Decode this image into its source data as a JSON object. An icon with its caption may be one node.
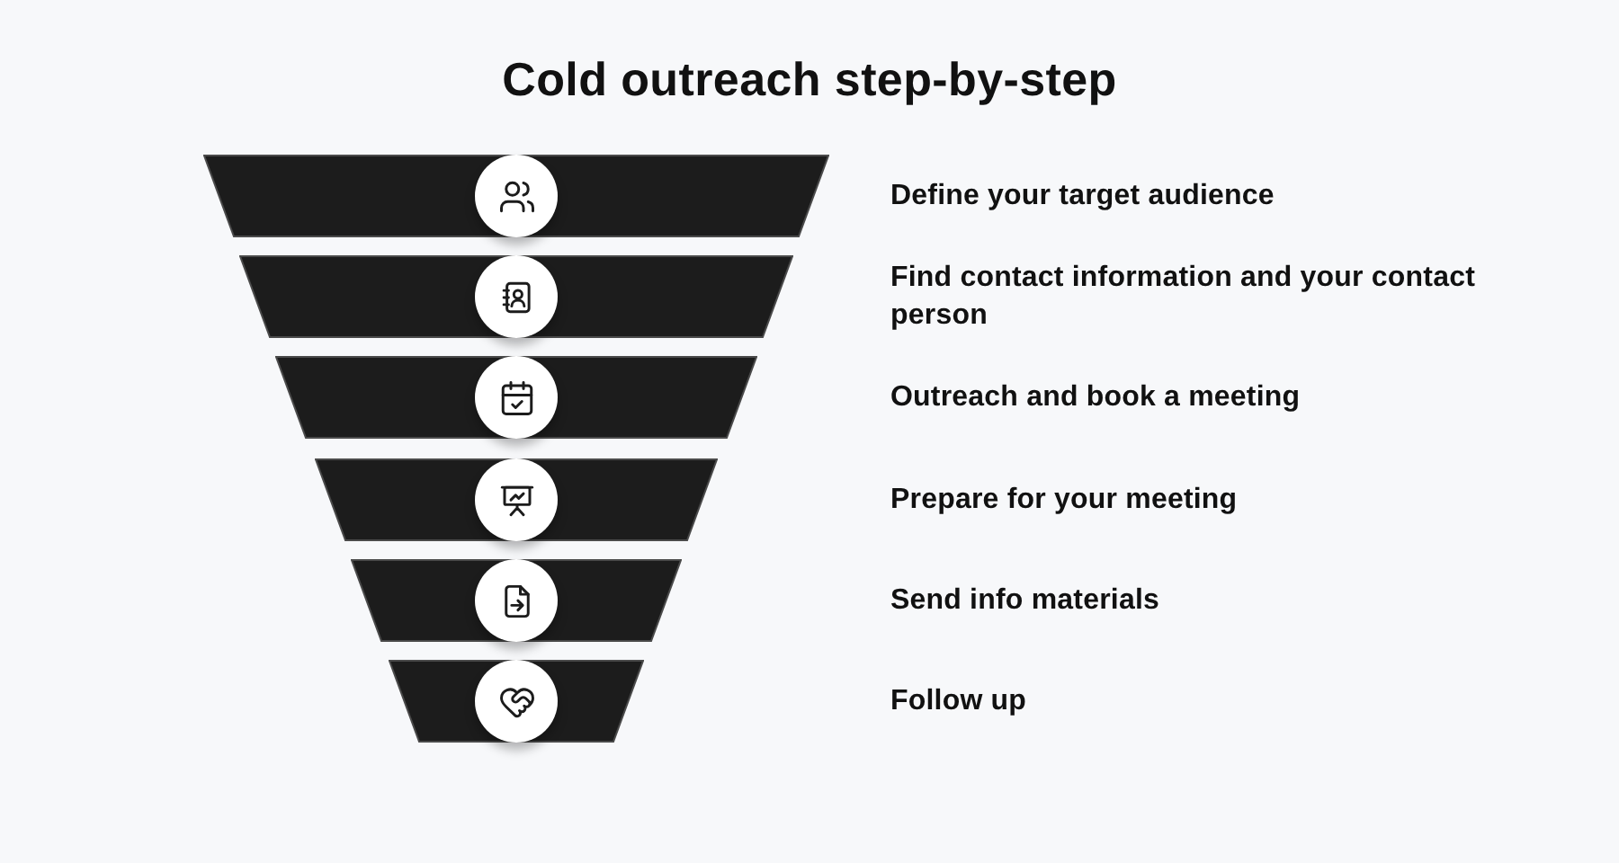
{
  "diagram": {
    "title": "Cold outreach step-by-step",
    "nodes": [
      {
        "text": [],
        "shape": "trapezoid"
      },
      {
        "text": [],
        "shape": "trapezoid"
      },
      {
        "text": [],
        "shape": "trapezoid"
      },
      {
        "text": [],
        "shape": "trapezoid"
      },
      {
        "text": [],
        "shape": "trapezoid"
      },
      {
        "text": [],
        "shape": "trapezoid"
      }
    ],
    "labels": [
      "Define your target audience",
      "Find contact information and your contact person",
      "Outreach and book a meeting",
      "Prepare for your meeting",
      "Send info materials",
      "Follow up"
    ]
  }
}
